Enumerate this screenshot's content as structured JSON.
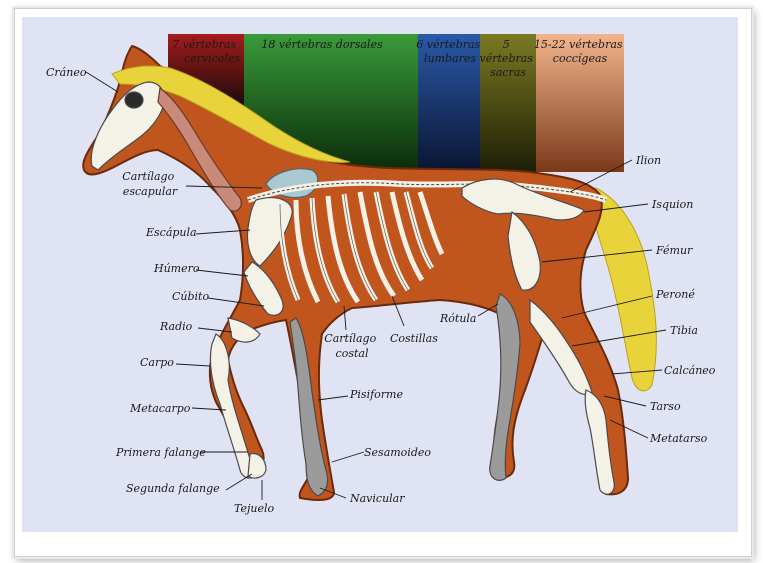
{
  "bands": [
    {
      "text": "7 vértebras cervicales",
      "line1": "7 vértebras",
      "line2": "cervicales",
      "line3": "",
      "color": "#a41c1c"
    },
    {
      "text": "18 vértebras dorsales",
      "line1": "18 vértebras dorsales",
      "line2": "",
      "line3": "",
      "color": "#2f8a2f"
    },
    {
      "text": "6 vértebras lumbares",
      "line1": "6 vértebras",
      "line2": "lumbares",
      "line3": "",
      "color": "#1f4f9c"
    },
    {
      "text": "5 vértebras sacras",
      "line1": "5",
      "line2": "vértebras",
      "line3": "sacras",
      "color": "#6a6a1e"
    },
    {
      "text": "15-22 vértebras coccígeas",
      "line1": "15-22 vértebras",
      "line2": "coccígeas",
      "line3": "",
      "color": "#e59a70"
    }
  ],
  "labels": {
    "craneo": "Cráneo",
    "cartilago_escapular_1": "Cartílago",
    "cartilago_escapular_2": "escapular",
    "escapula": "Escápula",
    "humero": "Húmero",
    "cubito": "Cúbito",
    "radio": "Radio",
    "carpo": "Carpo",
    "metacarpo": "Metacarpo",
    "primera_falange": "Primera falange",
    "segunda_falange": "Segunda falange",
    "tejuelo": "Tejuelo",
    "navicular": "Navicular",
    "sesamoideo": "Sesamoideo",
    "pisiforme": "Pisiforme",
    "cartilago_costal_1": "Cartílago",
    "cartilago_costal_2": "costal",
    "costillas": "Costillas",
    "rotula": "Rótula",
    "ilion": "Ilion",
    "isquion": "Isquion",
    "femur": "Fémur",
    "perone": "Peroné",
    "tibia": "Tibia",
    "calcaneo": "Calcáneo",
    "tarso": "Tarso",
    "metatarso": "Metatarso"
  },
  "colors": {
    "panel": "#dfe3f4",
    "body": "#c0561e",
    "body_outline": "#6a2a0c",
    "mane_tail": "#e8d43a",
    "bone": "#f4f1e6",
    "bone_dark": "#9b9b9b",
    "cervical": "#c98a7a",
    "scapular_cartilage": "#a9c8d2"
  }
}
